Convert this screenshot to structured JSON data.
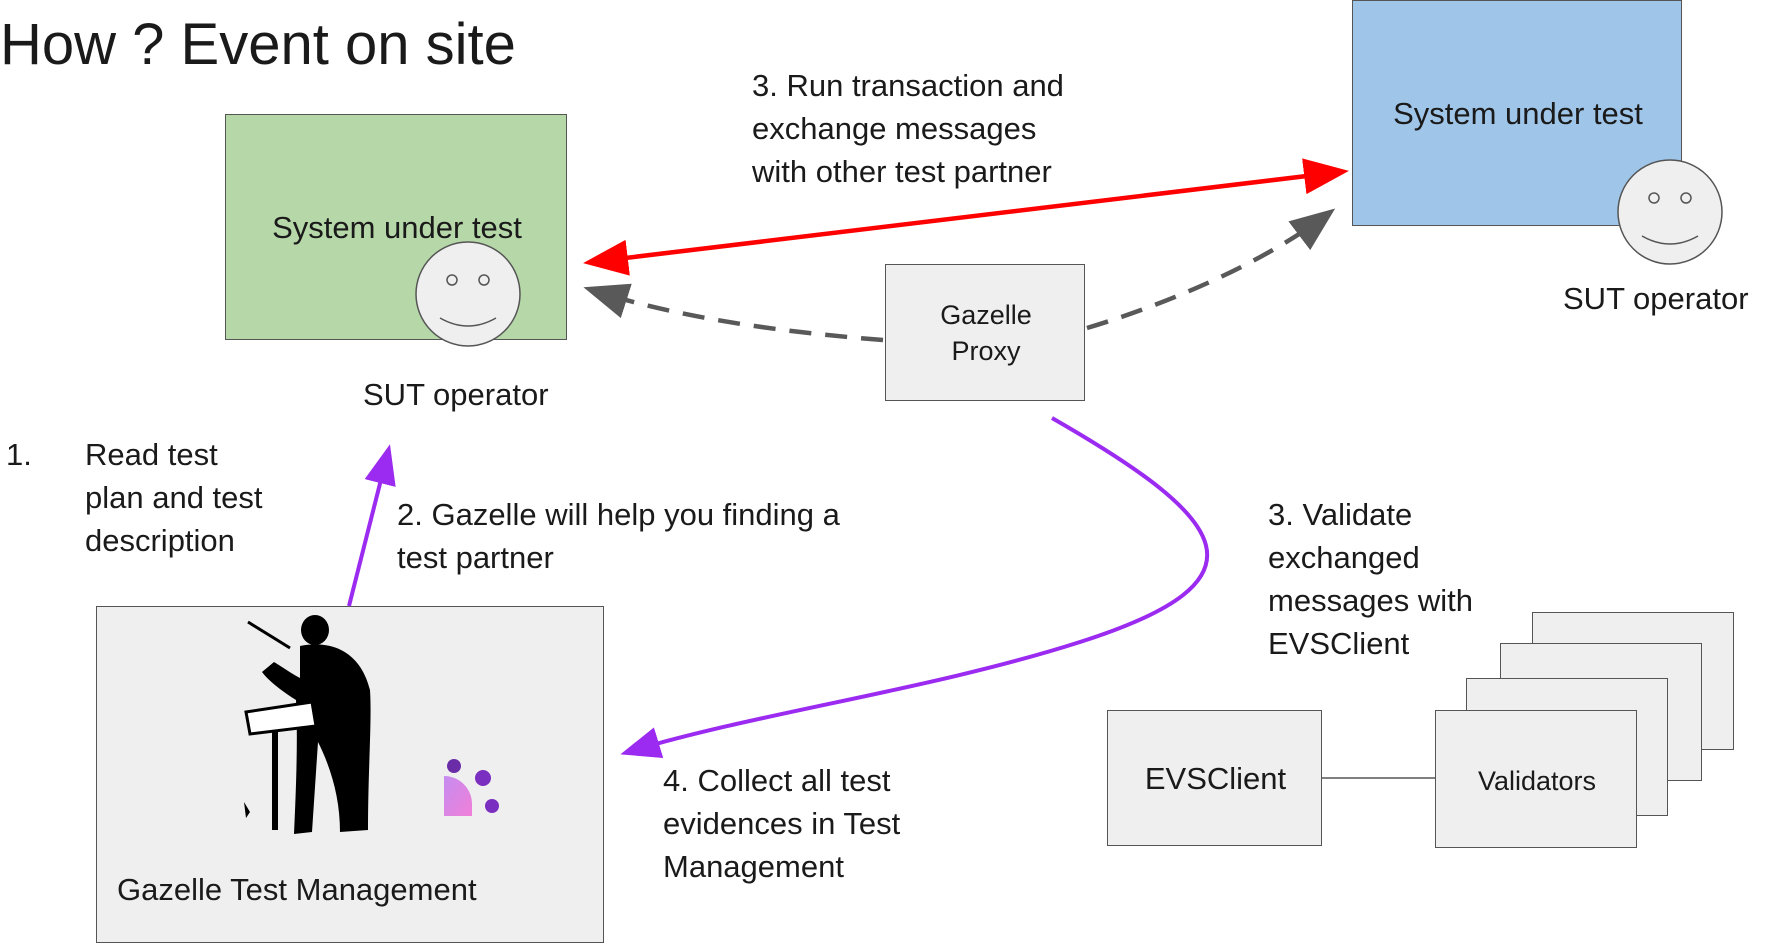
{
  "title": "How ? Event on site",
  "sut_left": {
    "label": "System under test",
    "operator": "SUT operator",
    "color": "#b6d7a8"
  },
  "sut_right": {
    "label": "System under test",
    "operator": "SUT operator",
    "color": "#9fc5e8"
  },
  "proxy": {
    "line1": "Gazelle",
    "line2": "Proxy"
  },
  "tm": {
    "label": "Gazelle Test Management"
  },
  "evs": {
    "label": "EVSClient"
  },
  "validators": {
    "label": "Validators"
  },
  "step1": {
    "num": "1.",
    "line1": "Read test",
    "line2": "plan and test",
    "line3": "description"
  },
  "step2": {
    "line1": "2. Gazelle will help you finding a",
    "line2": "test partner"
  },
  "step3a": {
    "line1": "3. Run transaction and",
    "line2": "exchange messages",
    "line3": "with other test partner"
  },
  "step3b": {
    "line1": "3. Validate",
    "line2": "exchanged",
    "line3": "messages with",
    "line4": "EVSClient"
  },
  "step4": {
    "line1": "4. Collect all test",
    "line2": "evidences in Test",
    "line3": "Management"
  },
  "colors": {
    "red_arrow": "#ff0000",
    "purple_arrow": "#9b2bf0",
    "dashed_arrow": "#595959",
    "box_fill": "#efefef"
  },
  "icons": [
    "smiley-face-icon",
    "conductor-icon",
    "gazelle-logo-icon"
  ]
}
